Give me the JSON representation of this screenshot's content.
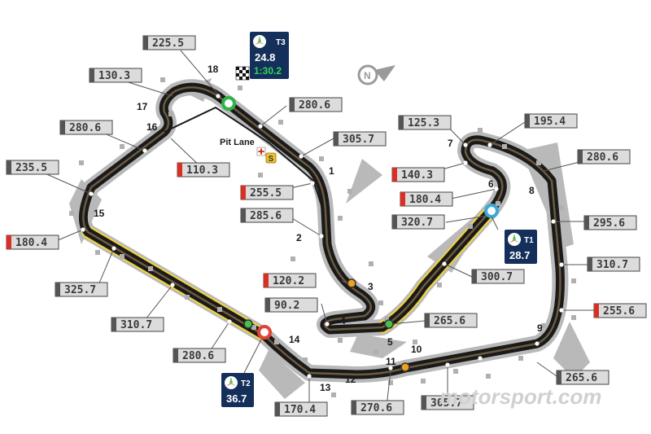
{
  "colors": {
    "track": "#1a1a1a",
    "track_inner": "#6b5a40",
    "runoff": "#b9b9b9",
    "drs": "#f2d43a",
    "box_fill": "#dcdcdc",
    "box_border": "#444444",
    "red_tab": "#d93025",
    "panel": "#14305a",
    "green_speed": "#36d35a"
  },
  "pit_lane": {
    "label": "Pit Lane",
    "icons": [
      "medical-cross-icon",
      "pit-stop-s-icon"
    ]
  },
  "compass_icon": "compass-north-icon",
  "finish_icon": "checkered-flag-icon",
  "watermark": "motorsport.com",
  "turn_numbers": [
    "1",
    "2",
    "3",
    "4",
    "5",
    "6",
    "7",
    "8",
    "9",
    "10",
    "11",
    "12",
    "13",
    "14",
    "15",
    "16",
    "17",
    "18"
  ],
  "timing_panels": [
    {
      "id": "T3",
      "label": "T3",
      "time": "24.8",
      "lap": "1:30.2"
    },
    {
      "id": "T1",
      "label": "T1",
      "time": "28.7"
    },
    {
      "id": "T2",
      "label": "T2",
      "time": "36.7"
    }
  ],
  "speed_boxes": [
    {
      "value": "225.5",
      "red": false
    },
    {
      "value": "130.3",
      "red": false
    },
    {
      "value": "280.6",
      "red": false
    },
    {
      "value": "235.5",
      "red": false
    },
    {
      "value": "180.4",
      "red": true
    },
    {
      "value": "325.7",
      "red": false
    },
    {
      "value": "310.7",
      "red": false
    },
    {
      "value": "280.6",
      "red": false
    },
    {
      "value": "110.3",
      "red": true
    },
    {
      "value": "280.6",
      "red": false
    },
    {
      "value": "305.7",
      "red": false
    },
    {
      "value": "255.5",
      "red": true
    },
    {
      "value": "285.6",
      "red": false
    },
    {
      "value": "120.2",
      "red": true
    },
    {
      "value": "90.2",
      "red": false
    },
    {
      "value": "125.3",
      "red": false
    },
    {
      "value": "195.4",
      "red": false
    },
    {
      "value": "140.3",
      "red": true
    },
    {
      "value": "180.4",
      "red": true
    },
    {
      "value": "320.7",
      "red": false
    },
    {
      "value": "300.7",
      "red": false
    },
    {
      "value": "265.6",
      "red": false
    },
    {
      "value": "280.6",
      "red": false
    },
    {
      "value": "295.6",
      "red": false
    },
    {
      "value": "310.7",
      "red": false
    },
    {
      "value": "255.6",
      "red": true
    },
    {
      "value": "265.6",
      "red": false
    },
    {
      "value": "305.7",
      "red": false
    },
    {
      "value": "270.6",
      "red": false
    },
    {
      "value": "170.4",
      "red": false
    }
  ]
}
